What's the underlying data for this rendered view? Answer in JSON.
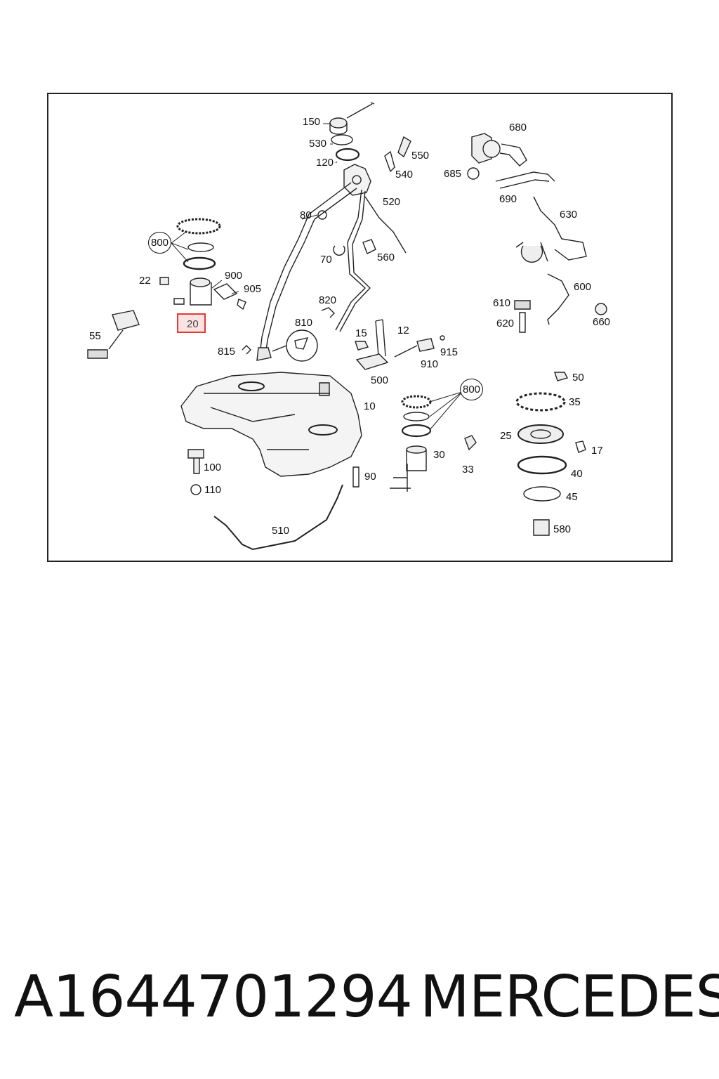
{
  "diagram": {
    "labels": [
      {
        "id": "150",
        "text": "150"
      },
      {
        "id": "530",
        "text": "530"
      },
      {
        "id": "120",
        "text": "120"
      },
      {
        "id": "550",
        "text": "550"
      },
      {
        "id": "540",
        "text": "540"
      },
      {
        "id": "520",
        "text": "520"
      },
      {
        "id": "80",
        "text": "80"
      },
      {
        "id": "70",
        "text": "70"
      },
      {
        "id": "560",
        "text": "560"
      },
      {
        "id": "680",
        "text": "680"
      },
      {
        "id": "685",
        "text": "685"
      },
      {
        "id": "690",
        "text": "690"
      },
      {
        "id": "630",
        "text": "630"
      },
      {
        "id": "600",
        "text": "600"
      },
      {
        "id": "610",
        "text": "610"
      },
      {
        "id": "620",
        "text": "620"
      },
      {
        "id": "660",
        "text": "660"
      },
      {
        "id": "800a",
        "text": "800"
      },
      {
        "id": "900",
        "text": "900"
      },
      {
        "id": "905",
        "text": "905"
      },
      {
        "id": "22",
        "text": "22"
      },
      {
        "id": "20",
        "text": "20"
      },
      {
        "id": "55",
        "text": "55"
      },
      {
        "id": "820",
        "text": "820"
      },
      {
        "id": "810",
        "text": "810"
      },
      {
        "id": "815",
        "text": "815"
      },
      {
        "id": "15",
        "text": "15"
      },
      {
        "id": "12",
        "text": "12"
      },
      {
        "id": "915",
        "text": "915"
      },
      {
        "id": "910",
        "text": "910"
      },
      {
        "id": "500",
        "text": "500"
      },
      {
        "id": "10",
        "text": "10"
      },
      {
        "id": "800b",
        "text": "800"
      },
      {
        "id": "50",
        "text": "50"
      },
      {
        "id": "35",
        "text": "35"
      },
      {
        "id": "25",
        "text": "25"
      },
      {
        "id": "17",
        "text": "17"
      },
      {
        "id": "40",
        "text": "40"
      },
      {
        "id": "45",
        "text": "45"
      },
      {
        "id": "580",
        "text": "580"
      },
      {
        "id": "30",
        "text": "30"
      },
      {
        "id": "33",
        "text": "33"
      },
      {
        "id": "100",
        "text": "100"
      },
      {
        "id": "110",
        "text": "110"
      },
      {
        "id": "90",
        "text": "90"
      },
      {
        "id": "510",
        "text": "510"
      }
    ],
    "highlight_color": "#e53935"
  },
  "footer": {
    "part_number": "A1644701294",
    "brand": "MERCEDES"
  }
}
